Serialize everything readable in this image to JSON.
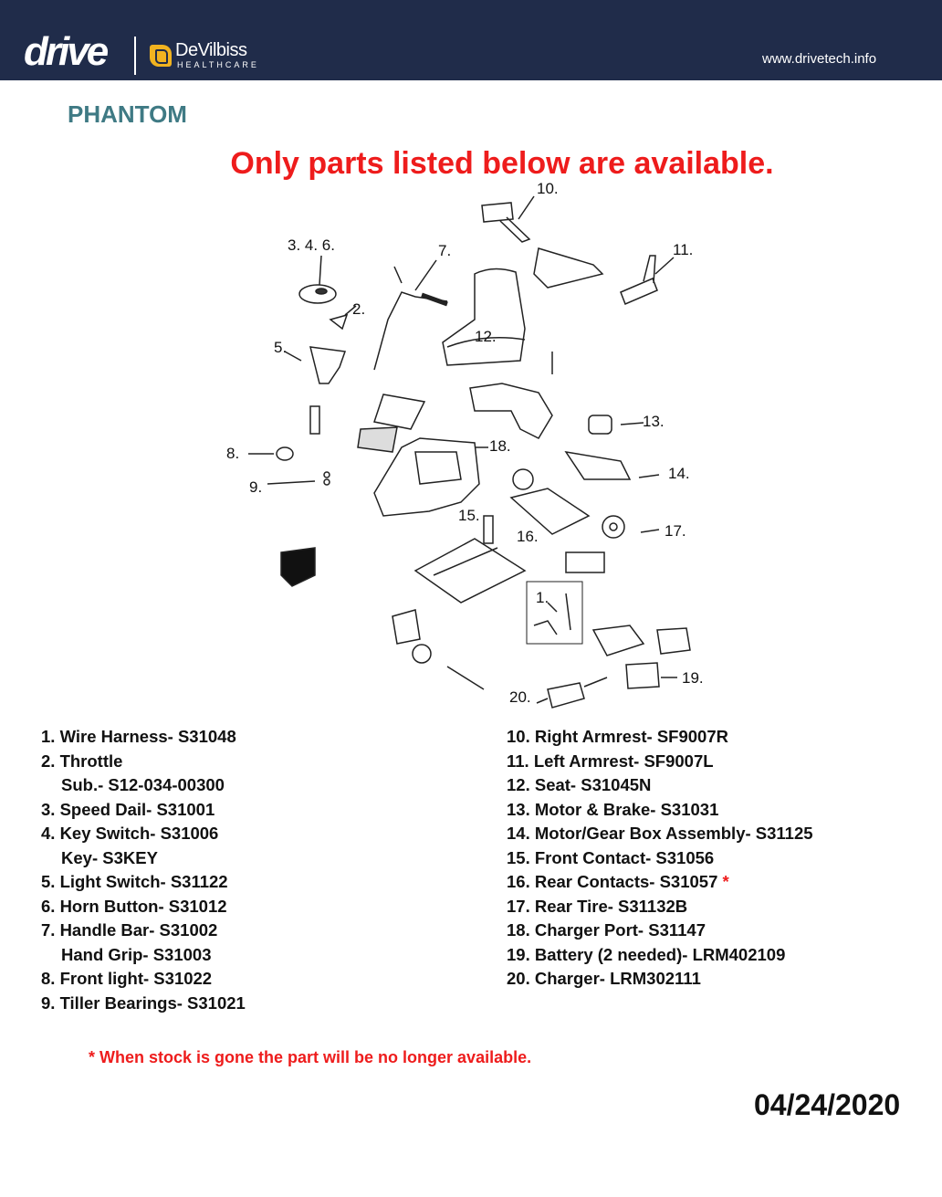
{
  "header": {
    "brand": "drive",
    "partner": "DeVilbiss",
    "partner_sub": "HEALTHCARE",
    "url": "www.drivetech.info"
  },
  "title": "PHANTOM",
  "notice": "Only parts listed below are available.",
  "callouts": {
    "c10": "10.",
    "c346": "3. 4. 6.",
    "c7": "7.",
    "c11": "11.",
    "c2": "2.",
    "c12": "12.",
    "c5": "5.",
    "c13": "13.",
    "c8": "8.",
    "c18": "18.",
    "c14": "14.",
    "c9": "9.",
    "c15": "15.",
    "c16": "16.",
    "c17": "17.",
    "c1": "1.",
    "c19": "19.",
    "c20": "20."
  },
  "parts_left": [
    "1. Wire Harness- S31048",
    "2. Throttle",
    "Sub.- S12-034-00300",
    "3. Speed Dail- S31001",
    "4. Key Switch- S31006",
    "Key- S3KEY",
    "5. Light Switch- S31122",
    "6. Horn Button- S31012",
    "7. Handle Bar- S31002",
    "Hand Grip- S31003",
    "8. Front light- S31022",
    "9. Tiller Bearings- S31021"
  ],
  "parts_right": [
    "10. Right Armrest- SF9007R",
    "11. Left Armrest- SF9007L",
    "12. Seat- S31045N",
    "13. Motor & Brake- S31031",
    "14. Motor/Gear Box Assembly- S31125",
    "15. Front Contact- S31056",
    "16. Rear Contacts- S31057",
    "17. Rear Tire- S31132B",
    "18. Charger Port- S31147",
    "19. Battery (2 needed)- LRM402109",
    "20. Charger- LRM302111"
  ],
  "asterisk": "*",
  "footnote": "* When stock is gone the part will be no longer available.",
  "date": "04/24/2020"
}
